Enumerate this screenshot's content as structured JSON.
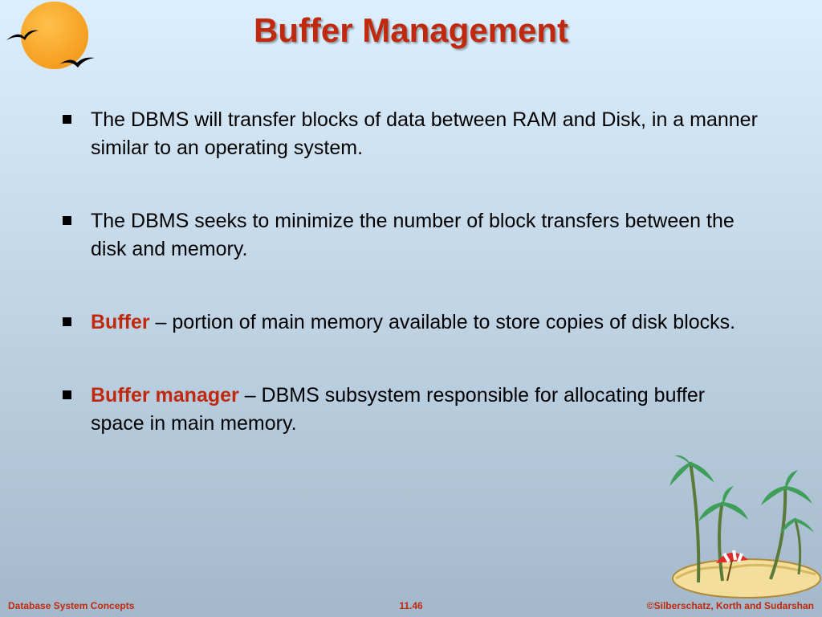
{
  "slide": {
    "title": "Buffer Management",
    "bullets": [
      {
        "term": "",
        "text": "The DBMS will transfer blocks of data between RAM and Disk, in a manner similar to an operating system."
      },
      {
        "term": "",
        "text": "The DBMS seeks to minimize the number of block transfers between the disk and memory."
      },
      {
        "term": "Buffer",
        "text": " – portion of main memory available to store copies of disk blocks."
      },
      {
        "term": "Buffer manager",
        "text": " – DBMS subsystem responsible for allocating buffer space in main memory."
      }
    ]
  },
  "footer": {
    "left": "Database System Concepts",
    "center": "11.46",
    "right": "©Silberschatz, Korth and Sudarshan"
  },
  "colors": {
    "title": "#c0290e",
    "term": "#c0290e",
    "footer": "#c0290e",
    "background_top": "#dcefff",
    "background_bottom": "#a3b9cb"
  },
  "icons": {
    "top_left": "sun-with-birds-icon",
    "bottom_right": "palm-island-icon"
  }
}
